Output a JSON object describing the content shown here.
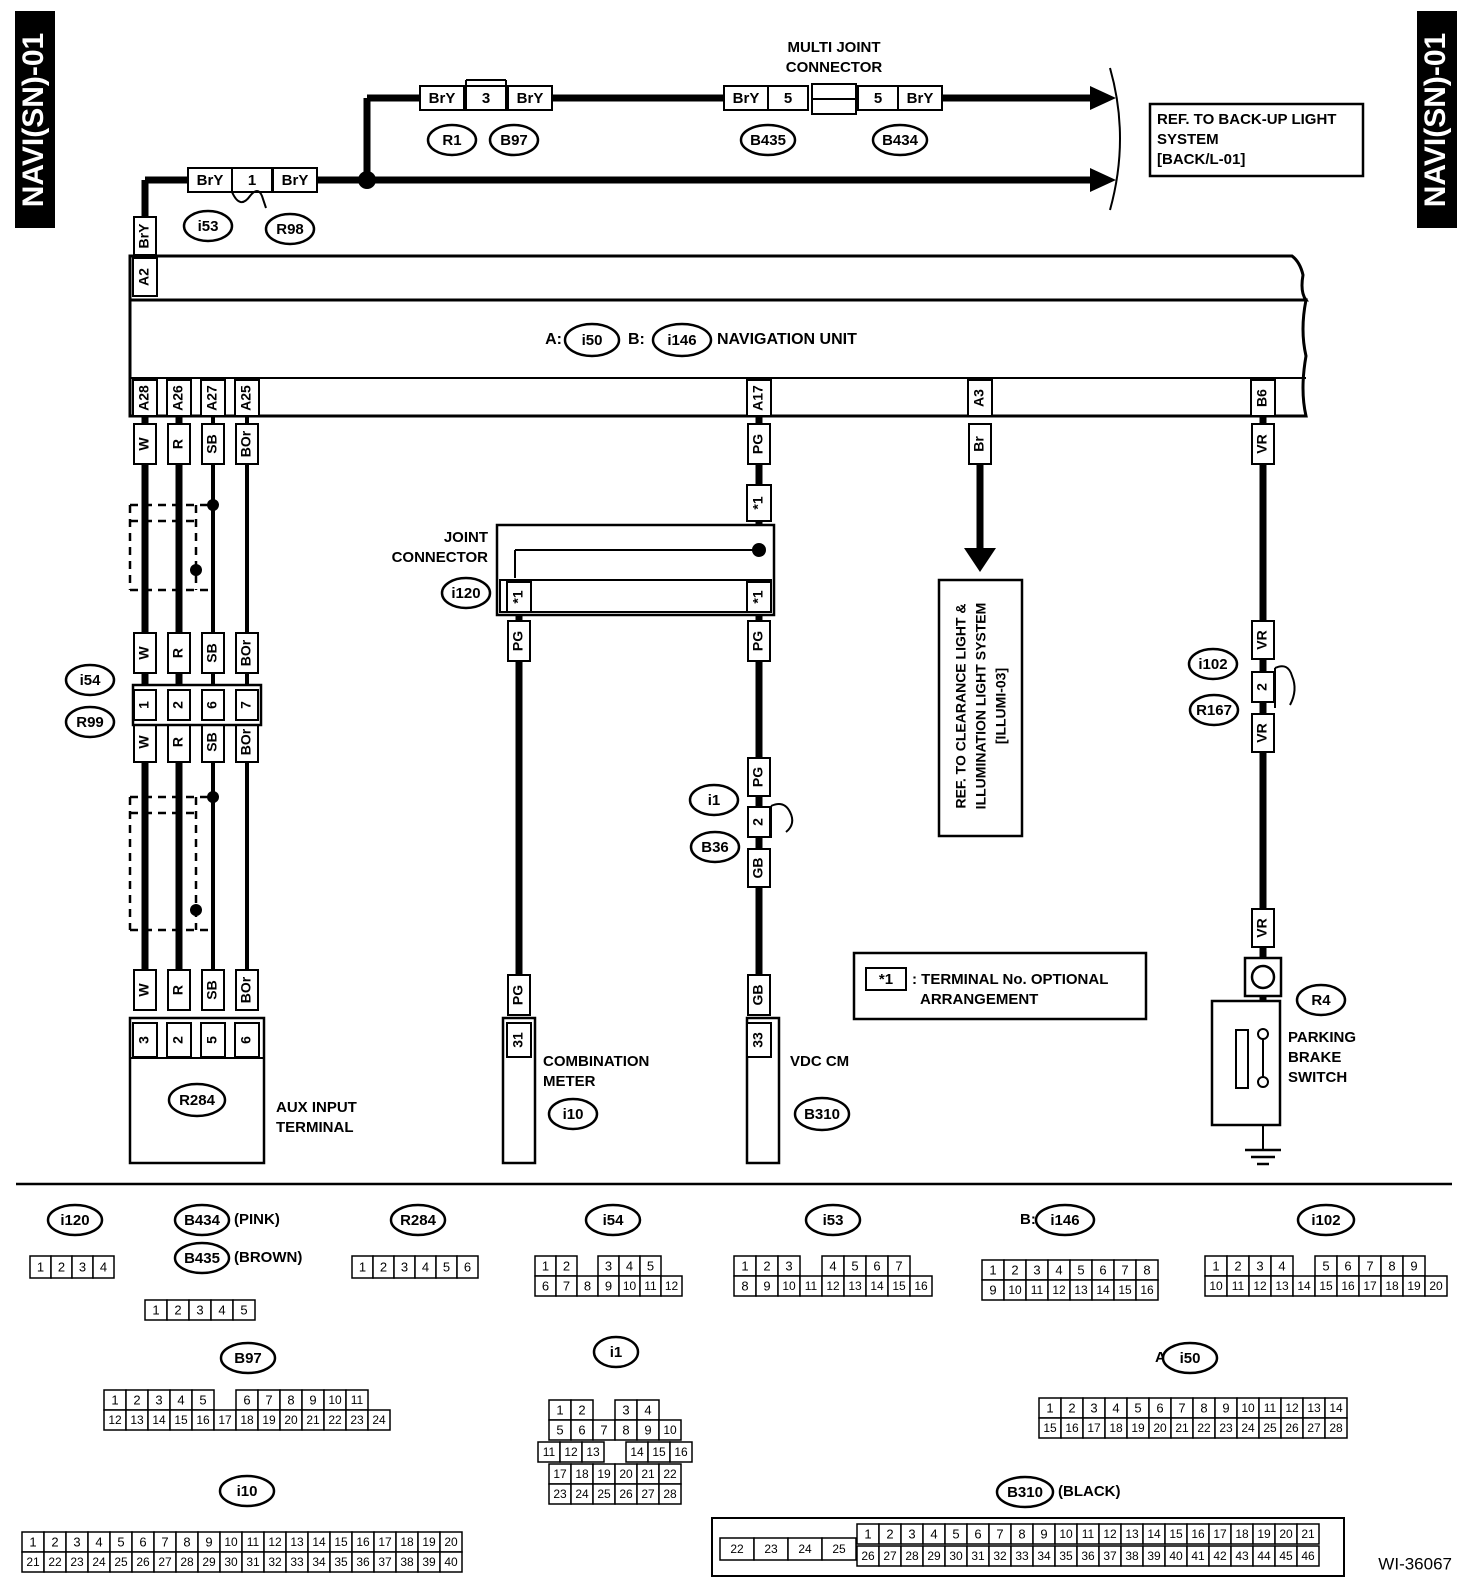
{
  "page_tags": [
    "NAVI(SN)-01",
    "NAVI(SN)-01"
  ],
  "figure_id": "WI-36067",
  "navigation_unit": {
    "prefix_a": "A:",
    "conn_a": "i50",
    "prefix_b": "B:",
    "conn_b": "i146",
    "name": "NAVIGATION UNIT"
  },
  "multi_joint_connector": [
    "MULTI JOINT",
    "CONNECTOR"
  ],
  "joint_connector": [
    "JOINT",
    "CONNECTOR"
  ],
  "ref_backup": [
    "REF. TO BACK-UP LIGHT",
    "SYSTEM",
    "[BACK/L-01]"
  ],
  "ref_clearance": [
    "REF. TO CLEARANCE LIGHT &",
    "ILLUMINATION LIGHT SYSTEM",
    "[ILLUMI-03]"
  ],
  "note": {
    "symbol": "*1",
    "lines": [
      ": TERMINAL No. OPTIONAL",
      "ARRANGEMENT"
    ]
  },
  "components": {
    "aux": {
      "conn": "R284",
      "lines": [
        "AUX INPUT",
        "TERMINAL"
      ]
    },
    "meter": {
      "conn": "i10",
      "lines": [
        "COMBINATION",
        "METER"
      ]
    },
    "vdc": {
      "conn": "B310",
      "lines": [
        "VDC CM"
      ]
    },
    "parking": {
      "conn": "R4",
      "lines": [
        "PARKING",
        "BRAKE",
        "SWITCH"
      ]
    }
  },
  "wire_colors": [
    "BrY",
    "W",
    "R",
    "SB",
    "BOr",
    "PG",
    "GB",
    "Br",
    "VR"
  ],
  "nav_terminals": [
    "A2",
    "A28",
    "A26",
    "A27",
    "A25",
    "A17",
    "A3",
    "B6"
  ],
  "connectors": [
    "R1",
    "B97",
    "B435",
    "B434",
    "i53",
    "R98",
    "i54",
    "R99",
    "i120",
    "i1",
    "B36",
    "i102",
    "R167"
  ],
  "terminal_numbers": {
    "r1_b97": "3",
    "b435": "5",
    "b434": "5",
    "i53_r98": "1",
    "i54_r99": [
      "1",
      "2",
      "6",
      "7"
    ],
    "i120": [
      "*1",
      "*1",
      "*1"
    ],
    "i1_b36": "2",
    "i102_r167": "2",
    "r284": [
      "3",
      "2",
      "5",
      "6"
    ],
    "i10": "31",
    "b310": "33"
  },
  "connector_views": [
    {
      "name": "i120",
      "prefix": "",
      "color": "",
      "rows": [
        [
          "1",
          "2",
          "3",
          "4"
        ]
      ]
    },
    {
      "name": "B434",
      "prefix": "",
      "color": "(PINK)",
      "rows": []
    },
    {
      "name": "B435",
      "prefix": "",
      "color": "(BROWN)",
      "rows": [
        [
          "1",
          "2",
          "3",
          "4",
          "5"
        ]
      ]
    },
    {
      "name": "R284",
      "prefix": "",
      "color": "",
      "rows": [
        [
          "1",
          "2",
          "3",
          "4",
          "5",
          "6"
        ]
      ]
    },
    {
      "name": "i54",
      "prefix": "",
      "color": "",
      "rows": [
        [
          "1",
          "2",
          "",
          "3",
          "4",
          "5"
        ],
        [
          "6",
          "7",
          "8",
          "9",
          "10",
          "11",
          "12"
        ]
      ]
    },
    {
      "name": "i53",
      "prefix": "",
      "color": "",
      "rows": [
        [
          "1",
          "2",
          "3",
          "",
          "4",
          "5",
          "6",
          "7"
        ],
        [
          "8",
          "9",
          "10",
          "11",
          "12",
          "13",
          "14",
          "15",
          "16"
        ]
      ]
    },
    {
      "name": "i146",
      "prefix": "B:",
      "color": "",
      "rows": [
        [
          "1",
          "2",
          "3",
          "4",
          "5",
          "6",
          "7",
          "8"
        ],
        [
          "9",
          "10",
          "11",
          "12",
          "13",
          "14",
          "15",
          "16"
        ]
      ]
    },
    {
      "name": "i102",
      "prefix": "",
      "color": "",
      "rows": [
        [
          "1",
          "2",
          "3",
          "4",
          "",
          "5",
          "6",
          "7",
          "8",
          "9"
        ],
        [
          "10",
          "11",
          "12",
          "13",
          "14",
          "15",
          "16",
          "17",
          "18",
          "19",
          "20"
        ]
      ]
    },
    {
      "name": "B97",
      "prefix": "",
      "color": "",
      "rows": [
        [
          "1",
          "2",
          "3",
          "4",
          "5",
          "",
          "6",
          "7",
          "8",
          "9",
          "10",
          "11"
        ],
        [
          "12",
          "13",
          "14",
          "15",
          "16",
          "17",
          "18",
          "19",
          "20",
          "21",
          "22",
          "23",
          "24"
        ]
      ]
    },
    {
      "name": "i1",
      "prefix": "",
      "color": "",
      "rows": [
        [
          "1",
          "2",
          "",
          "3",
          "4"
        ],
        [
          "5",
          "6",
          "7",
          "8",
          "9",
          "10"
        ],
        [
          "11",
          "12",
          "13",
          "",
          "14",
          "15",
          "16"
        ],
        [
          "17",
          "18",
          "19",
          "20",
          "21",
          "22"
        ],
        [
          "23",
          "24",
          "25",
          "26",
          "27",
          "28"
        ]
      ]
    },
    {
      "name": "i50",
      "prefix": "A:",
      "color": "",
      "rows": [
        [
          "1",
          "2",
          "3",
          "4",
          "5",
          "6",
          "7",
          "8",
          "9",
          "10",
          "11",
          "12",
          "13",
          "14"
        ],
        [
          "15",
          "16",
          "17",
          "18",
          "19",
          "20",
          "21",
          "22",
          "23",
          "24",
          "25",
          "26",
          "27",
          "28"
        ]
      ]
    },
    {
      "name": "i10",
      "prefix": "",
      "color": "",
      "rows": [
        [
          "1",
          "2",
          "3",
          "4",
          "5",
          "6",
          "7",
          "8",
          "9",
          "10",
          "11",
          "12",
          "13",
          "14",
          "15",
          "16",
          "17",
          "18",
          "19",
          "20"
        ],
        [
          "21",
          "22",
          "23",
          "24",
          "25",
          "26",
          "27",
          "28",
          "29",
          "30",
          "31",
          "32",
          "33",
          "34",
          "35",
          "36",
          "37",
          "38",
          "39",
          "40"
        ]
      ]
    },
    {
      "name": "B310",
      "prefix": "",
      "color": "(BLACK)",
      "rows": [
        [
          "22",
          "23",
          "24",
          "25"
        ],
        [
          "1",
          "2",
          "3",
          "4",
          "5",
          "6",
          "7",
          "8",
          "9",
          "10",
          "11",
          "12",
          "13",
          "14",
          "15",
          "16",
          "17",
          "18",
          "19",
          "20",
          "21"
        ],
        [
          "26",
          "27",
          "28",
          "29",
          "30",
          "31",
          "32",
          "33",
          "34",
          "35",
          "36",
          "37",
          "38",
          "39",
          "40",
          "41",
          "42",
          "43",
          "44",
          "45",
          "46"
        ]
      ]
    }
  ]
}
